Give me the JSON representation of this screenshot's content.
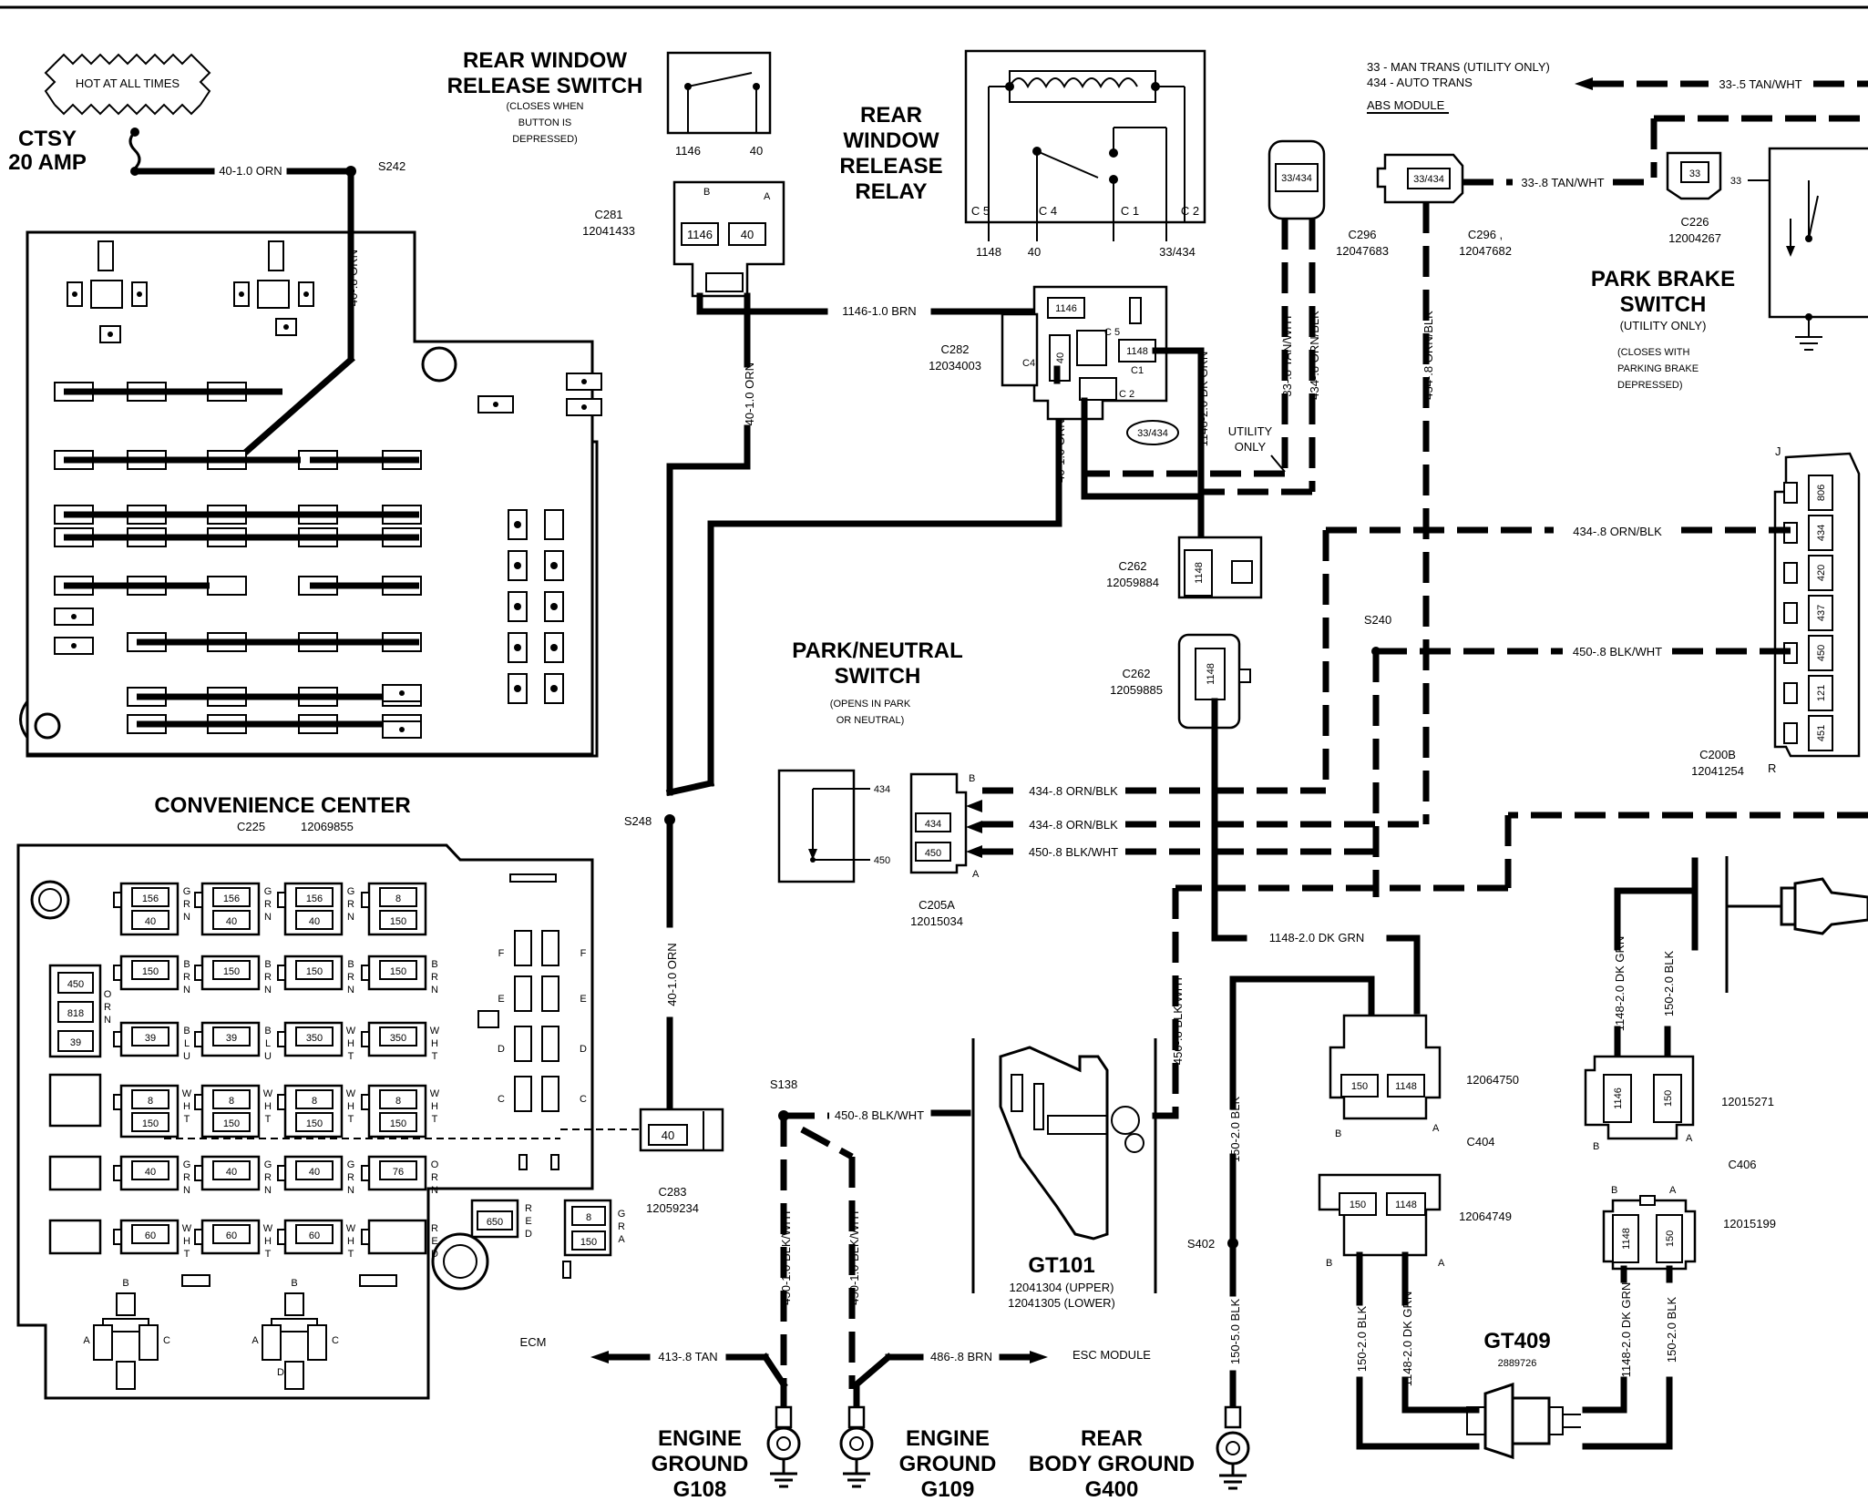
{
  "hot": {
    "label": "HOT AT ALL TIMES"
  },
  "ctsy": {
    "line1": "CTSY",
    "line2": "20 AMP"
  },
  "splices": {
    "s242": "S242",
    "s248": "S248",
    "s138": "S138",
    "s402": "S402",
    "s240": "S240"
  },
  "rear_window_switch": {
    "title1": "REAR WINDOW",
    "title2": "RELEASE SWITCH",
    "note1": "(CLOSES WHEN",
    "note2": "BUTTON IS",
    "note3": "DEPRESSED)",
    "pin_1146": "1146",
    "pin_40": "40"
  },
  "rear_window_relay": {
    "title1": "REAR",
    "title2": "WINDOW",
    "title3": "RELEASE",
    "title4": "RELAY",
    "c5": "C 5",
    "c4": "C 4",
    "c1": "C 1",
    "c2": "C 2",
    "w1148": "1148",
    "w40": "40",
    "w33": "33/434"
  },
  "c281": {
    "id": "C281",
    "pn": "12041433",
    "a": "A",
    "b": "B",
    "p1": "1146",
    "p2": "40"
  },
  "c282": {
    "id": "C282",
    "pn": "12034003",
    "p1146": "1146",
    "p40": "40",
    "p1148": "1148",
    "c5": "C 5",
    "c4": "C4",
    "c1": "C1",
    "c2": "C 2",
    "oval": "33/434"
  },
  "c296a": {
    "id": "C296",
    "pn": "12047683",
    "pin": "33/434"
  },
  "c296b": {
    "id": "C296 ,",
    "pn": "12047682",
    "pin": "33/434"
  },
  "c226": {
    "id": "C226",
    "pn": "12004267",
    "pin": "33",
    "w33": "33"
  },
  "abs": {
    "line1": "33 - MAN TRANS (UTILITY ONLY)",
    "line2": "434 - AUTO TRANS",
    "line3": "ABS MODULE",
    "wire": "33-.5 TAN/WHT"
  },
  "park_brake": {
    "title1": "PARK BRAKE",
    "title2": "SWITCH",
    "note1": "(UTILITY ONLY)",
    "note2": "(CLOSES WITH",
    "note3": "PARKING BRAKE",
    "note4": "DEPRESSED)"
  },
  "c262a": {
    "id": "C262",
    "pn": "12059884",
    "pin": "1148"
  },
  "c262b": {
    "id": "C262",
    "pn": "12059885",
    "pin": "1148"
  },
  "utility": {
    "line1": "UTILITY",
    "line2": "ONLY"
  },
  "wires": {
    "w40_orn_top": "40-1.0 ORN",
    "w40_8_orn": "40-.8 ORN",
    "w1146_brn": "1146-1.0 BRN",
    "w40_orn_mid": "40-1.0 ORN",
    "w40_orn_vert": "40-1.0 ORN",
    "w40_orn_low": "40-1.0 ORN",
    "w1148_dkgrn": "1148-2.0 DK GRN",
    "w33_tanwht": "33-.8 TAN/WHT",
    "w434_ornblk": "434-.8 ORN/BLK",
    "w434_ornblk2": "434-.8 ORN/BLK",
    "w33_tanwht2": "33-.8 TAN/WHT",
    "w434_j": "434-.8 ORN/BLK",
    "w450_j": "450-.8 BLK/WHT",
    "w434_a": "434-.8 ORN/BLK",
    "w434_b": "434-.8 ORN/BLK",
    "w450_a": "450-.8 BLK/WHT",
    "w450_vert": "450-.8 BLK/WHT",
    "w450_s138": "450-.8 BLK/WHT",
    "w1148_mid": "1148-2.0 DK GRN",
    "w150_blk": "150-2.0 BLK",
    "w150_5blk": "150-5.0 BLK",
    "w450_1_a": "450-1.0 BLK/WHT",
    "w450_1_b": "450-1.0 BLK/WHT",
    "w413": "413-.8 TAN",
    "w486": "486-.8 BRN",
    "w150_c404": "150-2.0 BLK",
    "w1148_c404": "1148-2.0 DK GRN",
    "w1148_c406a": "1148-2.0 DK GRN",
    "w150_c406a": "150-2.0 BLK",
    "w1148_c406b": "1148-2.0 DK GRN",
    "w150_c406b": "150-2.0 BLK"
  },
  "c200b": {
    "id": "C200B",
    "pn": "12041254",
    "j": "J",
    "r": "R",
    "pins": [
      "806",
      "434",
      "420",
      "437",
      "450",
      "121",
      "451"
    ]
  },
  "park_neutral": {
    "title1": "PARK/NEUTRAL",
    "title2": "SWITCH",
    "note1": "(OPENS IN PARK",
    "note2": "OR NEUTRAL)",
    "p434": "434",
    "p450": "450"
  },
  "c205a": {
    "id": "C205A",
    "pn": "12015034",
    "b": "B",
    "a": "A",
    "p434": "434",
    "p450": "450"
  },
  "c283": {
    "id": "C283",
    "pn": "12059234",
    "pin": "40"
  },
  "conv": {
    "title": "CONVENIENCE CENTER",
    "id": "C225",
    "pn": "12069855"
  },
  "cc_cells": [
    [
      "156",
      "40",
      "G R N"
    ],
    [
      "156",
      "40",
      "G R N"
    ],
    [
      "156",
      "40",
      "G R N"
    ],
    [
      "8",
      "150",
      ""
    ],
    [
      "150",
      "",
      "B R N"
    ],
    [
      "150",
      "",
      "B R N"
    ],
    [
      "150",
      "",
      "B R N"
    ],
    [
      "150",
      "",
      "B R N"
    ],
    [
      "39",
      "",
      "B L U"
    ],
    [
      "39",
      "",
      "B L U"
    ],
    [
      "350",
      "",
      "W H T"
    ],
    [
      "350",
      "",
      "W H T"
    ],
    [
      "8",
      "150",
      "W H T"
    ],
    [
      "8",
      "150",
      "W H T"
    ],
    [
      "8",
      "150",
      "W H T"
    ],
    [
      "8",
      "150",
      "W H T"
    ],
    [
      "40",
      "",
      "G R N"
    ],
    [
      "40",
      "",
      "G R N"
    ],
    [
      "40",
      "",
      "G R N"
    ],
    [
      "76",
      "",
      "O R N"
    ],
    [
      "60",
      "",
      "W H T"
    ],
    [
      "60",
      "",
      "W H T"
    ],
    [
      "60",
      "",
      "W H T"
    ],
    [
      "",
      "",
      "R E D"
    ]
  ],
  "cc_extra": {
    "c450": "450",
    "c818": "818",
    "c39": "39",
    "orn": "O R N",
    "c76": "76",
    "red_c": "R E D",
    "g_c": "G R A",
    "c650": "650",
    "c8": "8",
    "c150": "150"
  },
  "cc_letters": {
    "f": "F",
    "e": "E",
    "d": "D",
    "c": "C",
    "b": "B",
    "a": "A"
  },
  "gt101": {
    "title": "GT101",
    "upper": "12041304 (UPPER)",
    "lower": "12041305 (LOWER)"
  },
  "c404": {
    "id": "C404",
    "pn_top": "12064750",
    "pn_bot": "12064749",
    "p150": "150",
    "p1148": "1148",
    "b": "B",
    "a": "A"
  },
  "c406": {
    "id": "C406",
    "pn_top": "12015271",
    "pn_bot": "12015199",
    "p1146": "1146",
    "p150": "150",
    "p1148": "1148",
    "b": "B",
    "a": "A"
  },
  "gt409": {
    "title": "GT409",
    "pn": "2889726"
  },
  "ecm": {
    "label": "ECM"
  },
  "esc": {
    "label": "ESC MODULE"
  },
  "grounds": [
    {
      "l1": "ENGINE",
      "l2": "GROUND",
      "l3": "G108"
    },
    {
      "l1": "ENGINE",
      "l2": "GROUND",
      "l3": "G109"
    },
    {
      "l1": "REAR",
      "l2": "BODY GROUND",
      "l3": "G400"
    }
  ]
}
